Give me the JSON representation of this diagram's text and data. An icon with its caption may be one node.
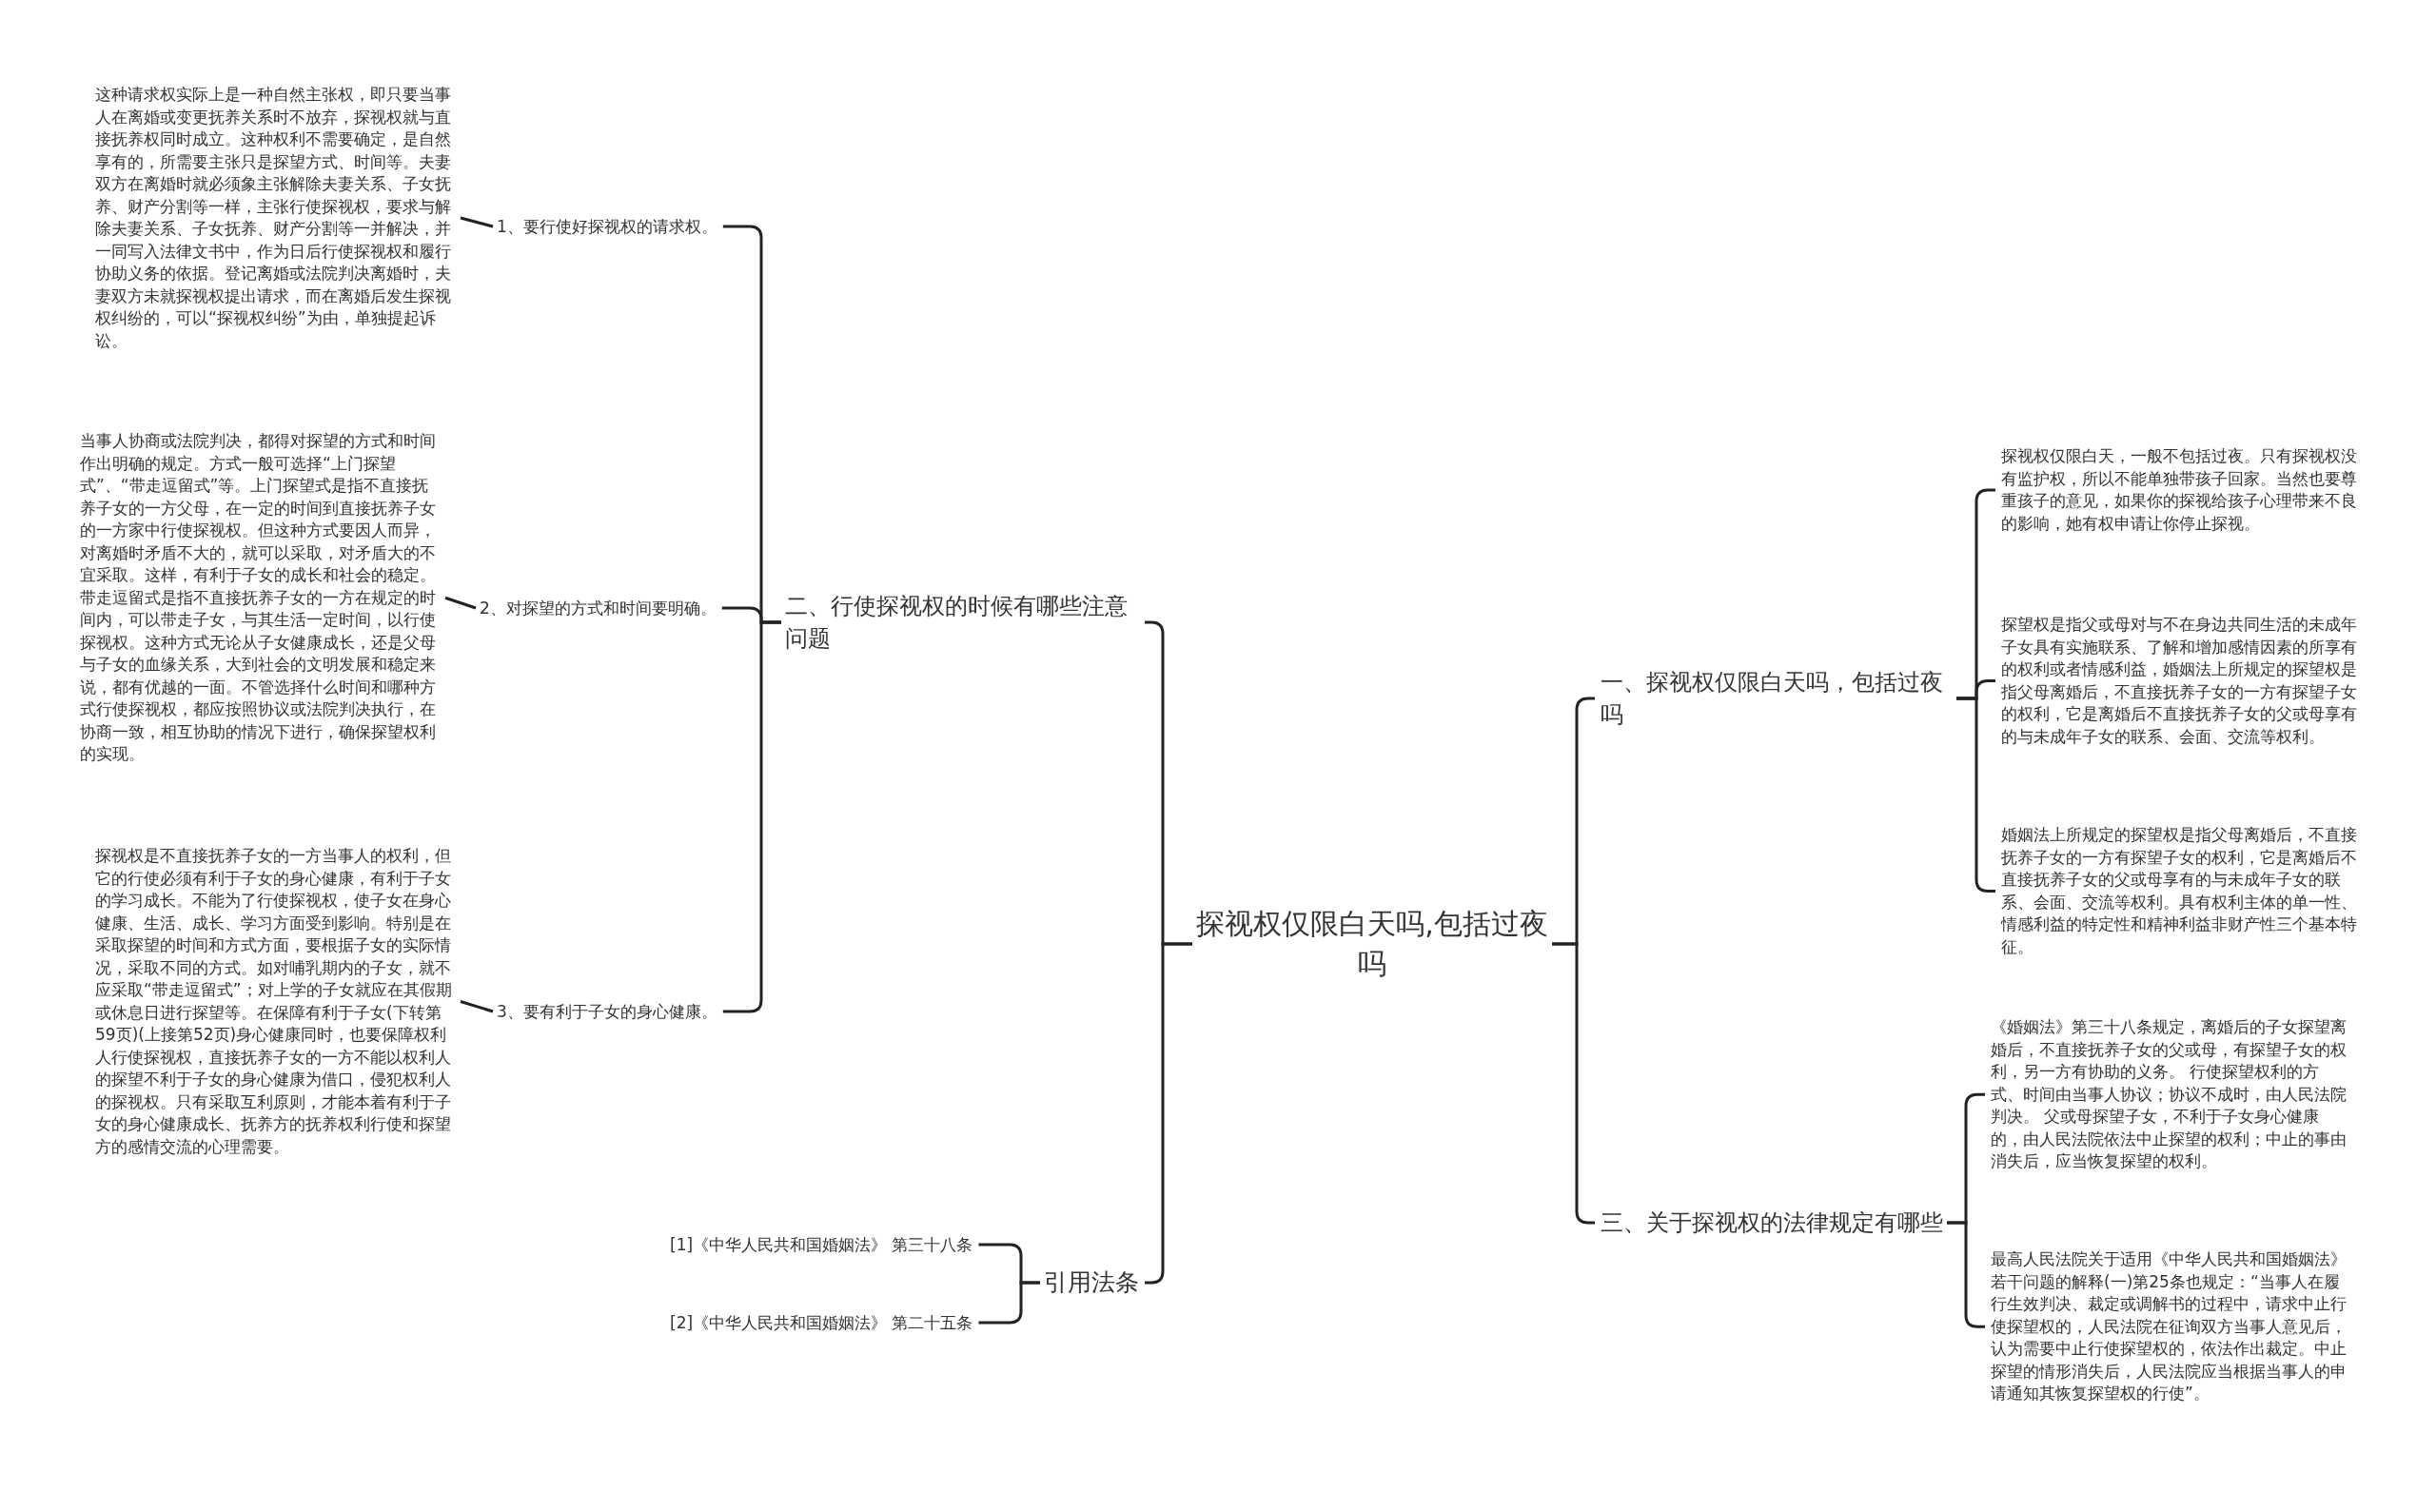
{
  "diagram": {
    "nodes": [
      {
        "text": [
          "探视权仅限白天吗,包括过夜吗"
        ]
      },
      {
        "text": [
          "二、行使探视权的时候有哪些注意问题"
        ]
      },
      {
        "text": [
          "1、要行使好探视权的请求权。"
        ]
      },
      {
        "text": [
          "这种请求权实际上是一种自然主张权，即只要当事人在离婚或变更抚养关系时不放弃，探视权就与直接抚养权同时成立。这种权利不需要确定，是自然享有的，所需要主张只是探望方式、时间等。夫妻双方在离婚时就必须象主张解除夫妻关系、子女抚养、财产分割等一样，主张行使探视权，要求与解除夫妻关系、子女抚养、财产分割等一并解决，并一同写入法律文书中，作为日后行使探视权和履行协助义务的依据。登记离婚或法院判决离婚时，夫妻双方未就探视权提出请求，而在离婚后发生探视权纠纷的，可以“探视权纠纷”为由，单独提起诉讼。"
        ]
      },
      {
        "text": [
          "2、对探望的方式和时间要明确。"
        ]
      },
      {
        "text": [
          "当事人协商或法院判决，都得对探望的方式和时间作出明确的规定。方式一般可选择“上门探望式”、“带走逗留式”等。上门探望式是指不直接抚养子女的一方父母，在一定的时间到直接抚养子女的一方家中行使探视权。但这种方式要因人而异，对离婚时矛盾不大的，就可以采取，对矛盾大的不宜采取。这样，有利于子女的成长和社会的稳定。带走逗留式是指不直接抚养子女的一方在规定的时间内，可以带走子女，与其生活一定时间，以行使探视权。这种方式无论从子女健康成长，还是父母与子女的血缘关系，大到社会的文明发展和稳定来说，都有优越的一面。不管选择什么时间和哪种方式行使探视权，都应按照协议或法院判决执行，在协商一致，相互协助的情况下进行，确保探望权利的实现。"
        ]
      },
      {
        "text": [
          "3、要有利于子女的身心健康。"
        ]
      },
      {
        "text": [
          "探视权是不直接抚养子女的一方当事人的权利，但它的行使必须有利于子女的身心健康，有利于子女的学习成长。不能为了行使探视权，使子女在身心健康、生活、成长、学习方面受到影响。特别是在采取探望的时间和方式方面，要根据子女的实际情况，采取不同的方式。如对哺乳期内的子女，就不应采取“带走逗留式”；对上学的子女就应在其假期或休息日进行探望等。在保障有利于子女(下转第59页)(上接第52页)身心健康同时，也要保障权利人行使探视权，直接抚养子女的一方不能以权利人的探望不利于子女的身心健康为借口，侵犯权利人的探视权。只有采取互利原则，才能本着有利于子女的身心健康成长、抚养方的抚养权利行使和探望方的感情交流的心理需要。"
        ]
      },
      {
        "text": [
          "引用法条"
        ]
      },
      {
        "text": [
          "[1]《中华人民共和国婚姻法》 第三十八条"
        ]
      },
      {
        "text": [
          "[2]《中华人民共和国婚姻法》 第二十五条"
        ]
      },
      {
        "text": [
          "一、探视权仅限白天吗，包括过夜吗"
        ]
      },
      {
        "text": [
          "探视权仅限白天，一般不包括过夜。只有探视权没有监护权，所以不能单独带孩子回家。当然也要尊重孩子的意见，如果你的探视给孩子心理带来不良的影响，她有权申请让你停止探视。"
        ]
      },
      {
        "text": [
          "探望权是指父或母对与不在身边共同生活的未成年子女具有实施联系、了解和增加感情因素的所享有的权利或者情感利益，婚姻法上所规定的探望权是指父母离婚后，不直接抚养子女的一方有探望子女的权利，它是离婚后不直接抚养子女的父或母享有的与未成年子女的联系、会面、交流等权利。"
        ]
      },
      {
        "text": [
          "婚姻法上所规定的探望权是指父母离婚后，不直接抚养子女的一方有探望子女的权利，它是离婚后不直接抚养子女的父或母享有的与未成年子女的联系、会面、交流等权利。具有权利主体的单一性、情感利益的特定性和精神利益非财产性三个基本特征。"
        ]
      },
      {
        "text": [
          "三、关于探视权的法律规定有哪些"
        ]
      },
      {
        "text": [
          "《婚姻法》第三十八条规定，离婚后的子女探望离婚后，不直接抚养子女的父或母，有探望子女的权利，另一方有协助的义务。 行使探望权利的方式、时间由当事人协议；协议不成时，由人民法院判决。 父或母探望子女，不利于子女身心健康的，由人民法院依法中止探望的权利；中止的事由消失后，应当恢复探望的权利。"
        ]
      },
      {
        "text": [
          "最高人民法院关于适用《中华人民共和国婚姻法》若干问题的解释(一)第25条也规定：“当事人在履行生效判决、裁定或调解书的过程中，请求中止行使探望权的，人民法院在征询双方当事人意见后，认为需要中止行使探望权的，依法作出裁定。中止探望的情形消失后，人民法院应当根据当事人的申请通知其恢复探望权的行使”。"
        ]
      }
    ],
    "edges": [
      {
        "from": 0,
        "to": 1,
        "arrow": "none"
      },
      {
        "from": 1,
        "to": 2,
        "arrow": "none"
      },
      {
        "from": 2,
        "to": 3,
        "arrow": "none"
      },
      {
        "from": 1,
        "to": 4,
        "arrow": "none"
      },
      {
        "from": 4,
        "to": 5,
        "arrow": "none"
      },
      {
        "from": 1,
        "to": 6,
        "arrow": "none"
      },
      {
        "from": 6,
        "to": 7,
        "arrow": "none"
      },
      {
        "from": 0,
        "to": 8,
        "arrow": "none"
      },
      {
        "from": 8,
        "to": 9,
        "arrow": "none"
      },
      {
        "from": 8,
        "to": 10,
        "arrow": "none"
      },
      {
        "from": 0,
        "to": 11,
        "arrow": "none"
      },
      {
        "from": 11,
        "to": 12,
        "arrow": "none"
      },
      {
        "from": 11,
        "to": 13,
        "arrow": "none"
      },
      {
        "from": 11,
        "to": 14,
        "arrow": "none"
      },
      {
        "from": 0,
        "to": 15,
        "arrow": "none"
      },
      {
        "from": 15,
        "to": 16,
        "arrow": "none"
      },
      {
        "from": 15,
        "to": 17,
        "arrow": "none"
      }
    ]
  }
}
